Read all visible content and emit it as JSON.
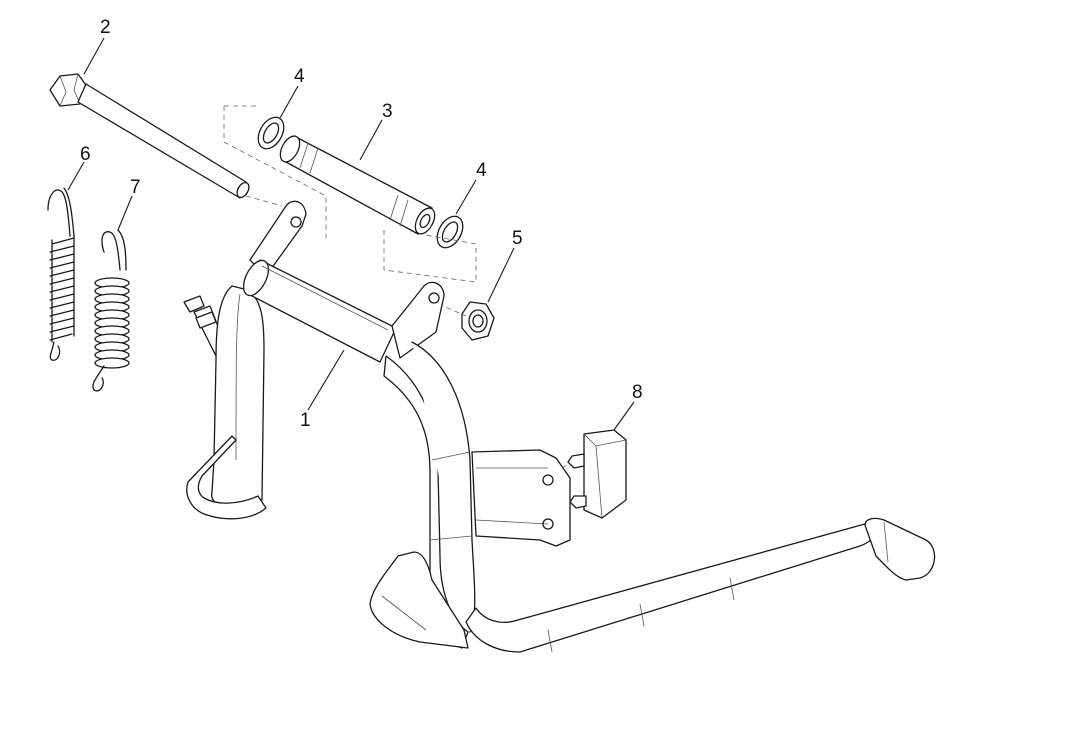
{
  "callouts": [
    {
      "id": "c1",
      "label": "1"
    },
    {
      "id": "c2",
      "label": "2"
    },
    {
      "id": "c3",
      "label": "3"
    },
    {
      "id": "c4a",
      "label": "4"
    },
    {
      "id": "c4b",
      "label": "4"
    },
    {
      "id": "c5",
      "label": "5"
    },
    {
      "id": "c6",
      "label": "6"
    },
    {
      "id": "c7",
      "label": "7"
    },
    {
      "id": "c8",
      "label": "8"
    }
  ],
  "colors": {
    "line": "#1a1a1a",
    "background": "#ffffff"
  }
}
